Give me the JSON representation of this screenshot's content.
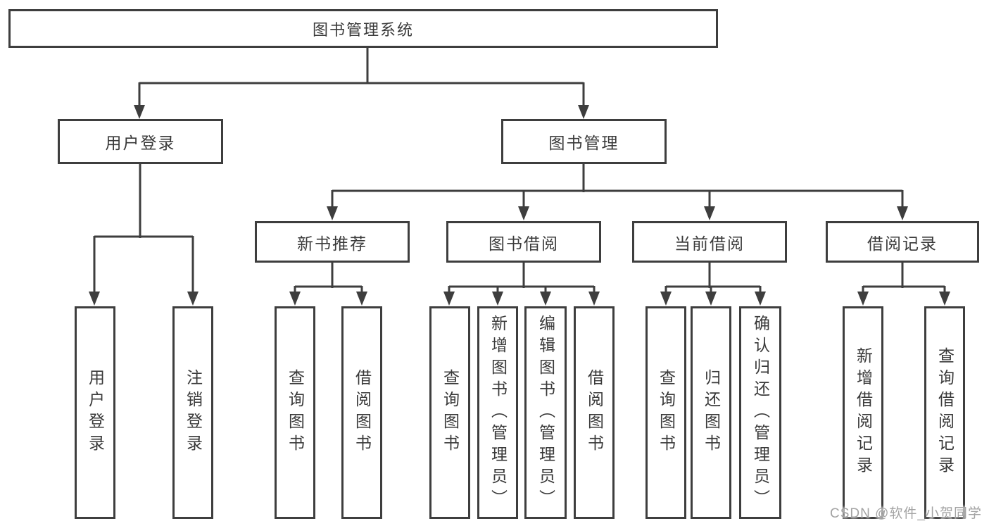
{
  "diagram": {
    "title": "图书管理系统",
    "level1": [
      {
        "id": "user-login",
        "label": "用户登录"
      },
      {
        "id": "book-management",
        "label": "图书管理"
      }
    ],
    "level2": [
      {
        "id": "new-book-recommend",
        "label": "新书推荐"
      },
      {
        "id": "book-borrowing",
        "label": "图书借阅"
      },
      {
        "id": "current-borrowing",
        "label": "当前借阅"
      },
      {
        "id": "borrowing-records",
        "label": "借阅记录"
      }
    ],
    "leaves": {
      "user_login": [
        "用户登录",
        "注销登录"
      ],
      "new_book_recommend": [
        "查询图书",
        "借阅图书"
      ],
      "book_borrowing": [
        "查询图书",
        "新增图书（管理员）",
        "编辑图书（管理员）",
        "借阅图书"
      ],
      "current_borrowing": [
        "查询图书",
        "归还图书",
        "确认归还（管理员）"
      ],
      "borrowing_records": [
        "新增借阅记录",
        "查询借阅记录"
      ]
    }
  },
  "watermark": "CSDN @软件_小贺同学",
  "colors": {
    "line": "#3e3e3e",
    "text": "#3a3a3a",
    "watermark": "#a3a3a3",
    "background": "#ffffff"
  }
}
